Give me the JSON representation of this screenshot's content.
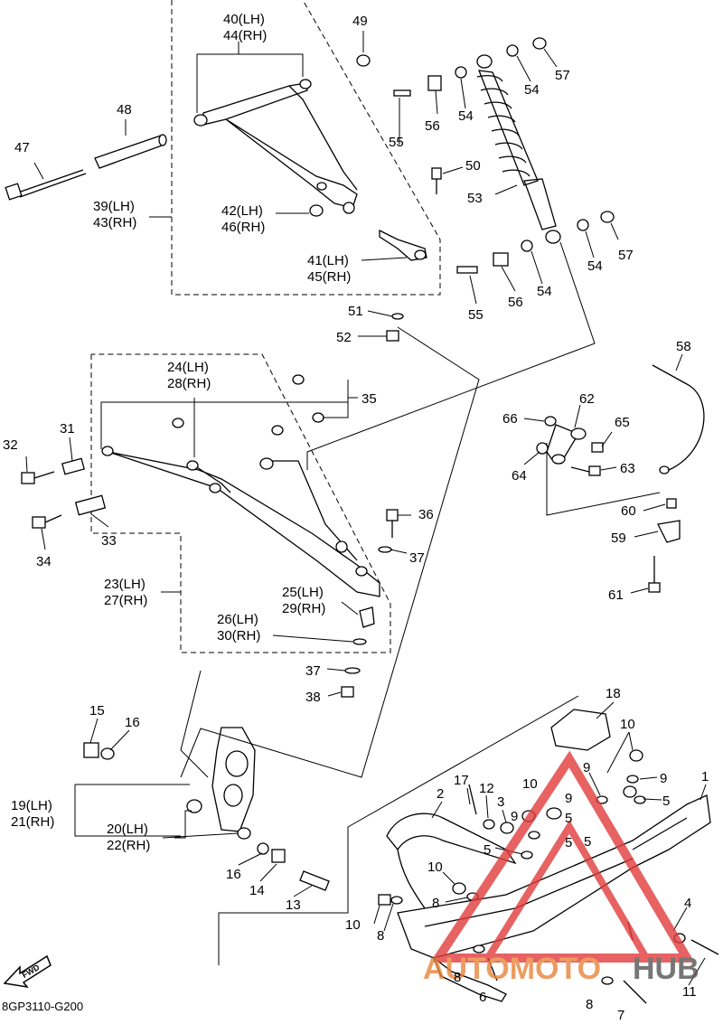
{
  "diagram_code": "8GP3110-G200",
  "fwd_label": "FWD",
  "watermark": {
    "text_a": "AUTOMOTO",
    "text_b": "HUB",
    "color_a": "#e8843a",
    "color_b": "#555555",
    "logo_color": "#e23b3b"
  },
  "callouts": {
    "c1": "1",
    "c2": "2",
    "c3": "3",
    "c4": "4",
    "c5a": "5",
    "c5b": "5",
    "c5c": "5",
    "c5d": "5",
    "c5e": "5",
    "c6": "6",
    "c7": "7",
    "c8a": "8",
    "c8b": "8",
    "c8c": "8",
    "c8d": "8",
    "c9a": "9",
    "c9b": "9",
    "c9c": "9",
    "c9d": "9",
    "c10a": "10",
    "c10b": "10",
    "c10c": "10",
    "c10d": "10",
    "c11": "11",
    "c12": "12",
    "c13": "13",
    "c14": "14",
    "c15": "15",
    "c16a": "16",
    "c16b": "16",
    "c17": "17",
    "c18": "18",
    "c19": "19(LH)",
    "c21": "21(RH)",
    "c20": "20(LH)",
    "c22": "22(RH)",
    "c23": "23(LH)",
    "c27": "27(RH)",
    "c24": "24(LH)",
    "c28": "28(RH)",
    "c25": "25(LH)",
    "c29": "29(RH)",
    "c26": "26(LH)",
    "c30": "30(RH)",
    "c31": "31",
    "c32": "32",
    "c33": "33",
    "c34": "34",
    "c35": "35",
    "c36": "36",
    "c37a": "37",
    "c37b": "37",
    "c38": "38",
    "c39": "39(LH)",
    "c43": "43(RH)",
    "c40": "40(LH)",
    "c44": "44(RH)",
    "c41": "41(LH)",
    "c45": "45(RH)",
    "c42": "42(LH)",
    "c46": "46(RH)",
    "c47": "47",
    "c48": "48",
    "c49": "49",
    "c50": "50",
    "c51": "51",
    "c52": "52",
    "c53": "53",
    "c54a": "54",
    "c54b": "54",
    "c54c": "54",
    "c54d": "54",
    "c55a": "55",
    "c55b": "55",
    "c56a": "56",
    "c56b": "56",
    "c57a": "57",
    "c57b": "57",
    "c58": "58",
    "c59": "59",
    "c60": "60",
    "c61": "61",
    "c62": "62",
    "c63": "63",
    "c64": "64",
    "c65": "65",
    "c66": "66"
  }
}
